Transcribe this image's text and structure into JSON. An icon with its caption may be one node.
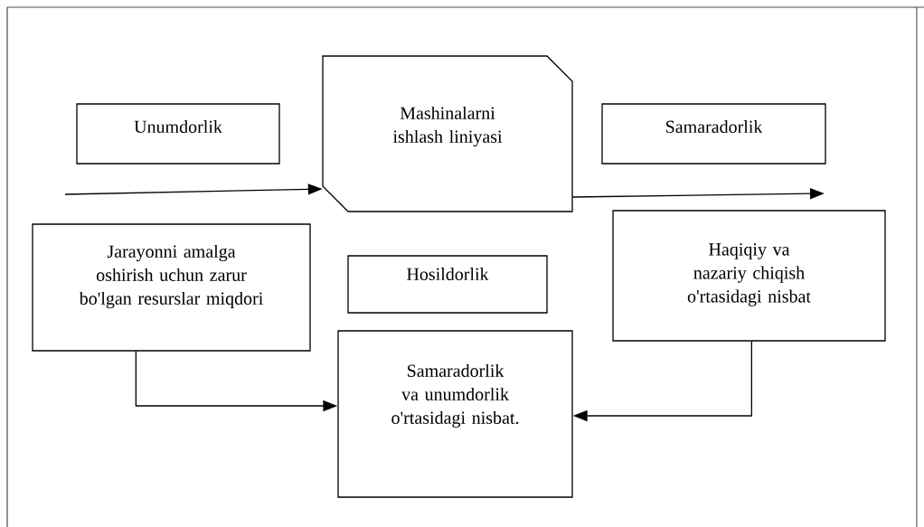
{
  "diagram": {
    "nodes": [
      {
        "text": [
          "Unumdorlik"
        ]
      },
      {
        "text": [
          "Mashinalarni ishlash liniyasi"
        ]
      },
      {
        "text": [
          "Samaradorlik"
        ]
      },
      {
        "text": [
          "Jarayonni amalga oshirish uchun zarur bo'lgan resurslar miqdori"
        ]
      },
      {
        "text": [
          "Hosildorlik"
        ]
      },
      {
        "text": [
          "Haqiqiy va nazariy chiqish o'rtasidagi nisbat"
        ]
      },
      {
        "text": [
          "Samaradorlik va unumdorlik o'rtasidagi nisbat."
        ]
      }
    ],
    "edges": [
      {
        "from": null,
        "to": 1,
        "arrow": "to"
      },
      {
        "from": 1,
        "to": null,
        "arrow": "to"
      },
      {
        "from": 3,
        "to": 6,
        "arrow": "to"
      },
      {
        "from": 5,
        "to": 6,
        "arrow": "to"
      }
    ]
  }
}
